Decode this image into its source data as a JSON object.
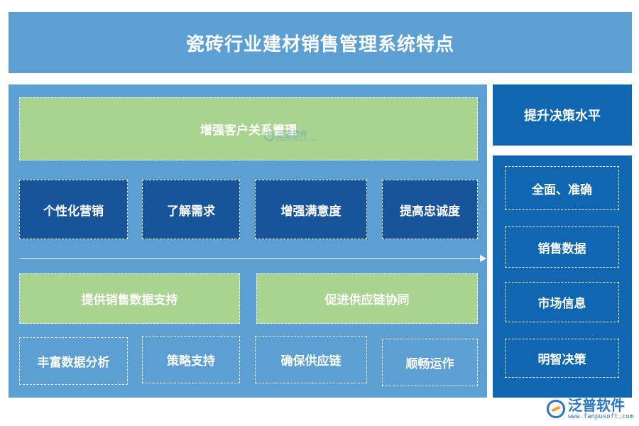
{
  "title": "瓷砖行业建材销售管理系统特点",
  "left": {
    "top_box": "增强客户关系管理",
    "top_items": [
      "个性化营销",
      "了解需求",
      "增强满意度",
      "提高忠诚度"
    ],
    "mid_boxes": [
      "提供销售数据支持",
      "促进供应链协同"
    ],
    "bottom_items": [
      "丰富数据分析",
      "策略支持",
      "确保供应链",
      "顺畅运作"
    ]
  },
  "right": {
    "header": "提升决策水平",
    "items": [
      "全面、准确",
      "销售数据",
      "市场信息",
      "明智决策"
    ]
  },
  "watermark": {
    "center_name": "泛普软件",
    "center_url": "www.fanpusoft.com",
    "logo_name": "泛普软件",
    "logo_url": "www.fanpusoft.com"
  },
  "colors": {
    "title_bg": "#5b9fd3",
    "panel_bg": "#5b9fd3",
    "green": "#a9d48f",
    "navy": "#18549a",
    "right_bg": "#0e67b0"
  }
}
